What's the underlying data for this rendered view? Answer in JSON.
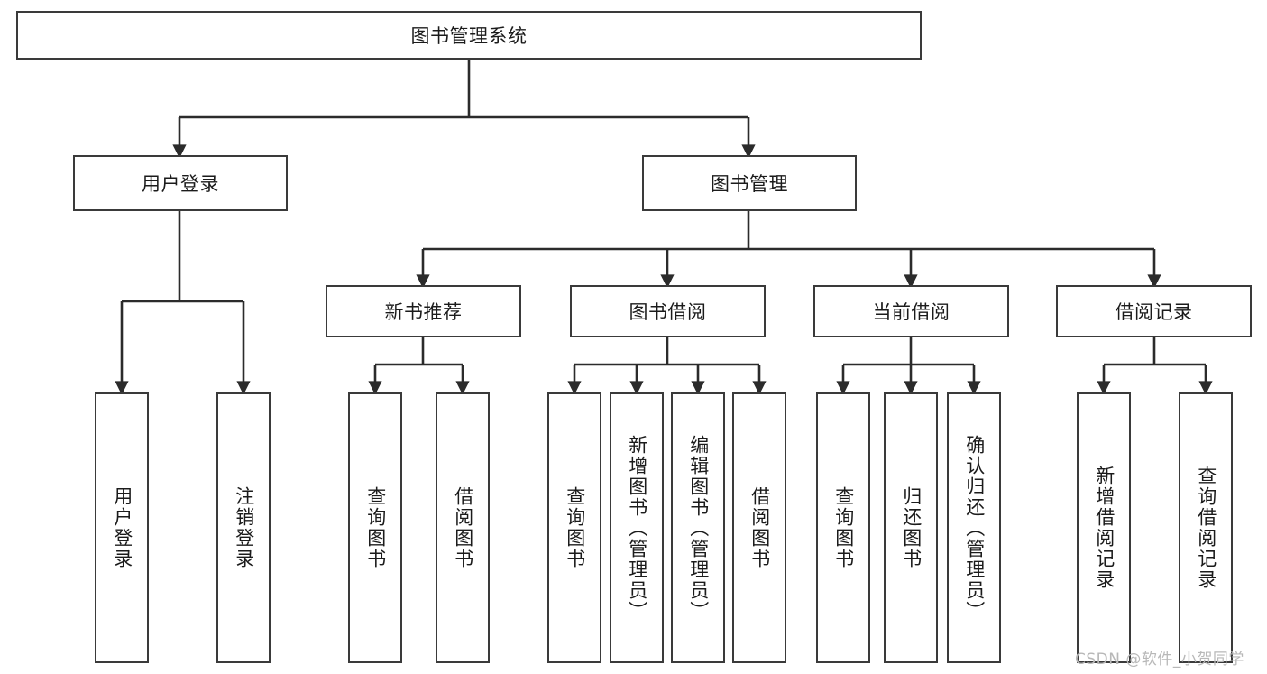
{
  "diagram": {
    "title_node": {
      "label": "图书管理系统"
    },
    "level2": [
      {
        "id": "user-login",
        "label": "用户登录"
      },
      {
        "id": "book-manage",
        "label": "图书管理"
      }
    ],
    "level3": [
      {
        "id": "new-book-recommend",
        "label": "新书推荐"
      },
      {
        "id": "book-borrow",
        "label": "图书借阅"
      },
      {
        "id": "current-borrow",
        "label": "当前借阅"
      },
      {
        "id": "borrow-record",
        "label": "借阅记录"
      }
    ],
    "leaves": [
      {
        "id": "leaf-user-login",
        "label": "用户登录",
        "parent": "user-login"
      },
      {
        "id": "leaf-logout-login",
        "label": "注销登录",
        "parent": "user-login"
      },
      {
        "id": "leaf-query-book-1",
        "label": "查询图书",
        "parent": "new-book-recommend"
      },
      {
        "id": "leaf-borrow-book-1",
        "label": "借阅图书",
        "parent": "new-book-recommend"
      },
      {
        "id": "leaf-query-book-2",
        "label": "查询图书",
        "parent": "book-borrow"
      },
      {
        "id": "leaf-add-book-admin",
        "label": "新增图书（管理员）",
        "parent": "book-borrow"
      },
      {
        "id": "leaf-edit-book-admin",
        "label": "编辑图书（管理员）",
        "parent": "book-borrow"
      },
      {
        "id": "leaf-borrow-book-2",
        "label": "借阅图书",
        "parent": "book-borrow"
      },
      {
        "id": "leaf-query-book-3",
        "label": "查询图书",
        "parent": "current-borrow"
      },
      {
        "id": "leaf-return-book",
        "label": "归还图书",
        "parent": "current-borrow"
      },
      {
        "id": "leaf-confirm-return-admin",
        "label": "确认归还（管理员）",
        "parent": "current-borrow"
      },
      {
        "id": "leaf-add-borrow-record",
        "label": "新增借阅记录",
        "parent": "borrow-record"
      },
      {
        "id": "leaf-query-borrow-record",
        "label": "查询借阅记录",
        "parent": "borrow-record"
      }
    ],
    "watermark": "CSDN @软件_小贺同学",
    "colors": {
      "box_border": "#3a3a3a",
      "box_fill": "#ffffff",
      "line": "#2b2b2b",
      "text": "#1b1b1b",
      "watermark": "#b8b8b8",
      "background": "#ffffff"
    }
  }
}
